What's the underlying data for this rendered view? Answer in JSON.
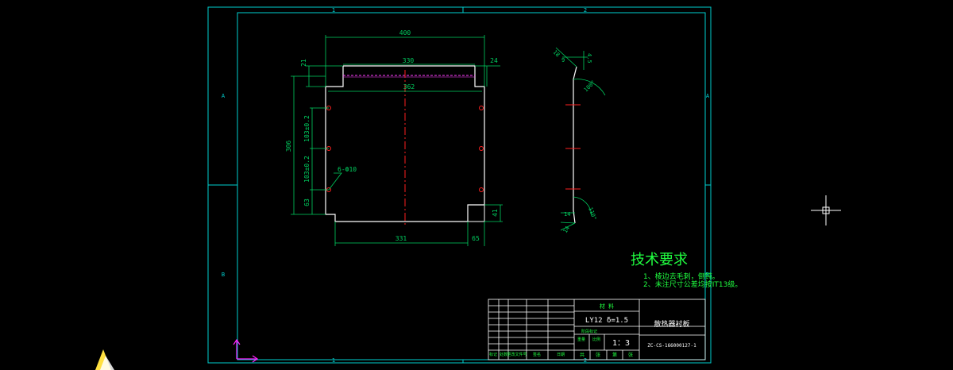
{
  "app": {
    "name": "CAD drawing viewer"
  },
  "colors": {
    "background": "#000000",
    "frame": "#00d0d0",
    "geometry": "#ffffff",
    "dimension": "#00d060",
    "centerline": "#ff2020",
    "hidden_line": "#ff40ff",
    "tech_text": "#20ff40",
    "title_text": "#ffffff",
    "grid_text": "#00d0d0",
    "crosshair": "#ffffff",
    "ucs_y": "#ff20ff",
    "ucs_x": "#ff20ff"
  },
  "frame": {
    "zone_cols": [
      "1",
      "2"
    ],
    "zone_rows": [
      "A",
      "B"
    ]
  },
  "front_view": {
    "dims": {
      "overall_width": "400",
      "top_inner": "330",
      "hole_span": "362",
      "top_step": "21",
      "right_step": "24",
      "overall_height": "306",
      "hole_pitch_upper": "103±0.2",
      "hole_pitch_lower": "103±0.2",
      "bottom_offset": "63",
      "bottom_width": "331",
      "notch_width": "65",
      "notch_height": "41",
      "hole_callout": "6-Ф10"
    }
  },
  "side_view": {
    "dims": {
      "top_a": "18",
      "top_b": "9",
      "top_c": "4.5",
      "angle_top": "100°",
      "angle_bottom": "110°",
      "bottom_a": "14",
      "bottom_b": "14"
    }
  },
  "tech_requirements": {
    "title": "技术要求",
    "items": [
      "1、棱边去毛刺，倒钝。",
      "2、未注尺寸公差均按IT13级。"
    ]
  },
  "title_block": {
    "material_header": "材 料",
    "material": "LY12  δ=1.5",
    "part_name": "散热器衬板",
    "stage_label": "阶段标记",
    "weight_label": "重量",
    "scale_label": "比例",
    "scale": "1：3",
    "drawing_number": "ZC-CS-166000127-1",
    "bottom_labels": [
      "标记",
      "处数",
      "更改文件号",
      "签名",
      "日期"
    ],
    "bottom_right": [
      "共",
      "张",
      "第",
      "张"
    ]
  }
}
